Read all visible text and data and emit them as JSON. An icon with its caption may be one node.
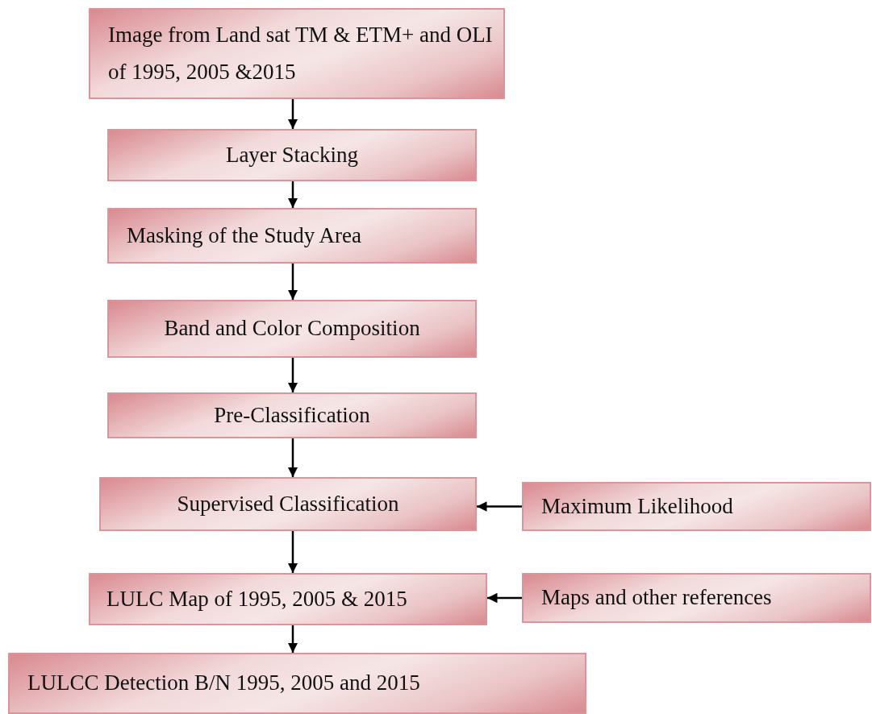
{
  "diagram": {
    "nodes": [
      {
        "text": [
          "Image from Land sat TM & ETM+ and OLI of 1995, 2005 &2015"
        ]
      },
      {
        "text": [
          "Layer Stacking"
        ]
      },
      {
        "text": [
          "Masking of the Study Area"
        ]
      },
      {
        "text": [
          "Band and Color Composition"
        ]
      },
      {
        "text": [
          "Pre-Classification"
        ]
      },
      {
        "text": [
          "Supervised Classification"
        ]
      },
      {
        "text": [
          "Maximum Likelihood"
        ]
      },
      {
        "text": [
          "LULC Map of 1995, 2005 & 2015"
        ]
      },
      {
        "text": [
          "Maps and other references"
        ]
      },
      {
        "text": [
          "LULCC Detection B/N 1995, 2005 and 2015"
        ]
      }
    ],
    "edges": [
      {
        "from": 0,
        "to": 1,
        "arrow": "to"
      },
      {
        "from": 1,
        "to": 2,
        "arrow": "to"
      },
      {
        "from": 2,
        "to": 3,
        "arrow": "to"
      },
      {
        "from": 3,
        "to": 4,
        "arrow": "to"
      },
      {
        "from": 4,
        "to": 5,
        "arrow": "to"
      },
      {
        "from": 6,
        "to": 5,
        "arrow": "to"
      },
      {
        "from": 5,
        "to": 7,
        "arrow": "to"
      },
      {
        "from": 8,
        "to": 7,
        "arrow": "to"
      },
      {
        "from": 7,
        "to": 9,
        "arrow": "to"
      }
    ]
  }
}
